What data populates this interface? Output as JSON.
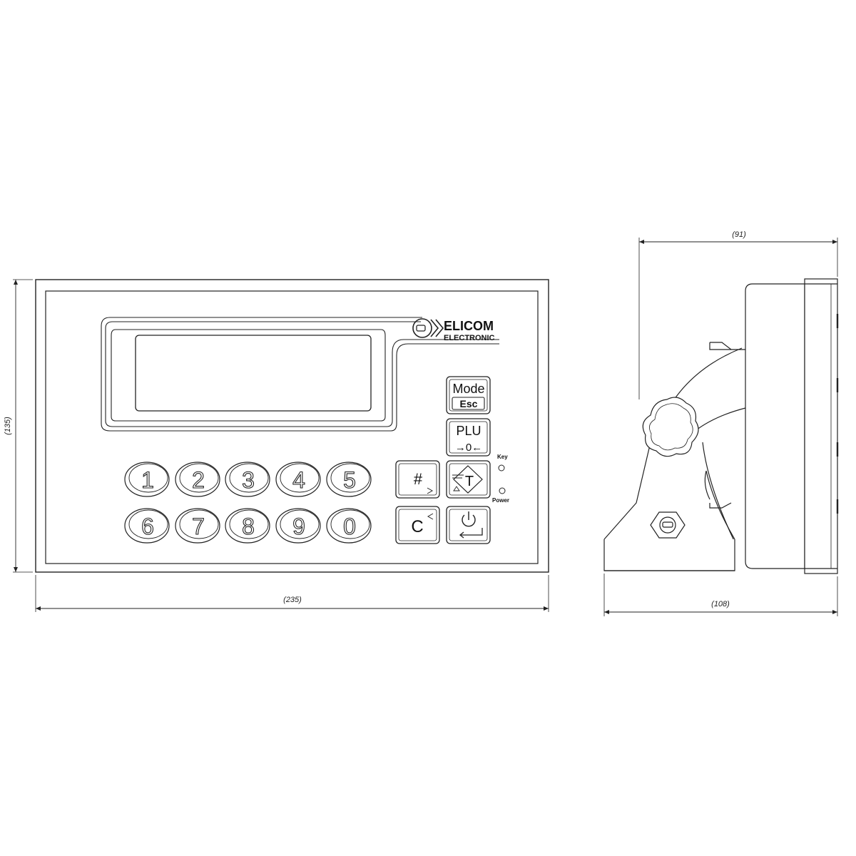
{
  "dimensions": {
    "width": "(235)",
    "height": "(135)",
    "depth": "(91)",
    "base_depth": "(108)"
  },
  "brand": {
    "name": "ELICOM",
    "sub": "ELECTRONIC"
  },
  "numeric_keys": [
    "1",
    "2",
    "3",
    "4",
    "5",
    "6",
    "7",
    "8",
    "9",
    "0"
  ],
  "function_keys": {
    "mode": "Mode",
    "esc": "Esc",
    "plu": "PLU",
    "zero": "→0←",
    "hash": "#",
    "tare": "T",
    "clear": "C"
  },
  "indicators": {
    "key": "Key",
    "power": "Power"
  },
  "colors": {
    "line": "#222222",
    "background": "#ffffff"
  }
}
